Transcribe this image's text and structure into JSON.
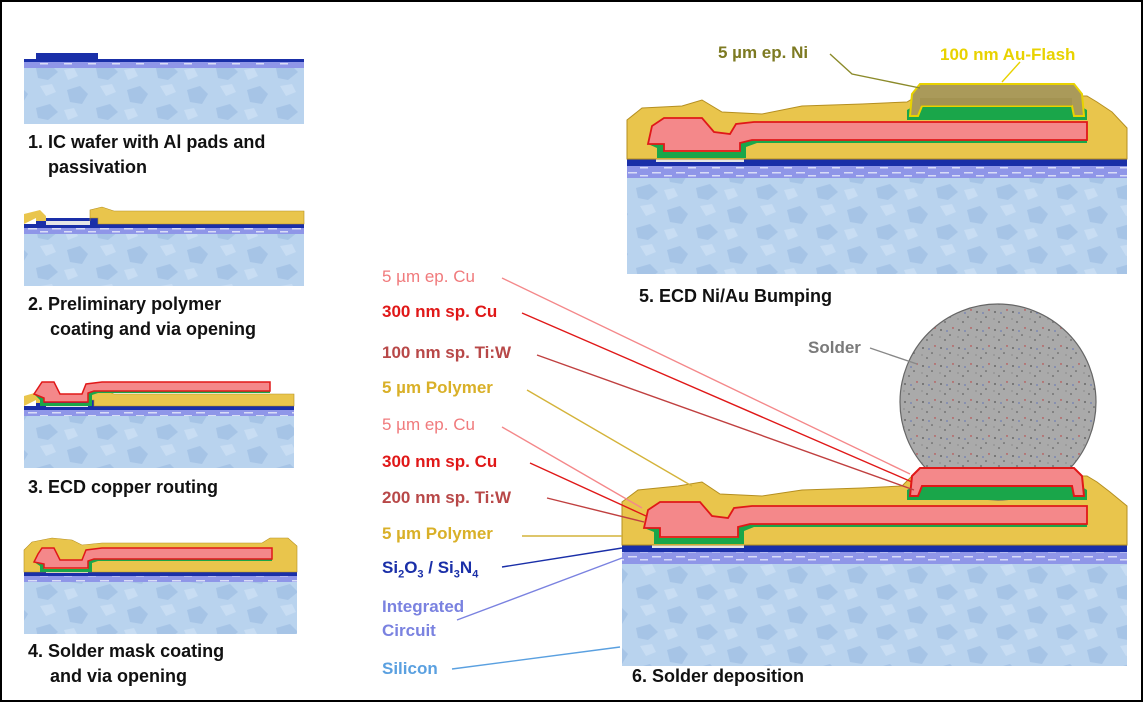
{
  "steps": [
    {
      "line1": "1. IC wafer with Al pads and",
      "line2": "passivation"
    },
    {
      "line1": "2. Preliminary polymer",
      "line2": "coating and via opening"
    },
    {
      "line1": "3. ECD copper routing",
      "line2": ""
    },
    {
      "line1": "4. Solder mask coating",
      "line2": "and via opening"
    },
    {
      "line1": "5. ECD Ni/Au Bumping",
      "line2": ""
    },
    {
      "line1": "6. Solder deposition",
      "line2": ""
    }
  ],
  "labels": {
    "ni": "5 µm ep. Ni",
    "au": "100 nm Au-Flash",
    "solder": "Solder",
    "cu_ep_top": "5 µm ep. Cu",
    "cu_sp_top": "300 nm sp. Cu",
    "tiw_top": "100 nm sp. Ti:W",
    "polymer_top": "5 µm Polymer",
    "cu_ep_bottom": "5 µm ep. Cu",
    "cu_sp_bottom": "300 nm sp. Cu",
    "tiw_bottom": "200 nm sp. Ti:W",
    "polymer_bottom": "5 µm Polymer",
    "passivation": {
      "a": "Si",
      "a_sub": "2",
      "b": "O",
      "b_sub": "3",
      "sep": " / Si",
      "c_sub": "3",
      "d": "N",
      "d_sub": "4"
    },
    "ic_line1": "Integrated",
    "ic_line2": "Circuit",
    "silicon": "Silicon"
  },
  "colors": {
    "silicon": "#b9d3ee",
    "silicon_dark": "#9fbfe0",
    "ic": "#8f96e8",
    "passivation": "#1a2fa8",
    "al_pad": "#e6e6e6",
    "polymer": "#e9c54c",
    "copper_ep": "#f4888a",
    "copper_sp": "#e01818",
    "tiw": "#1aa64a",
    "nickel": "#aa9a5a",
    "gold": "#e8d200",
    "solder": "#a9a9a9"
  }
}
